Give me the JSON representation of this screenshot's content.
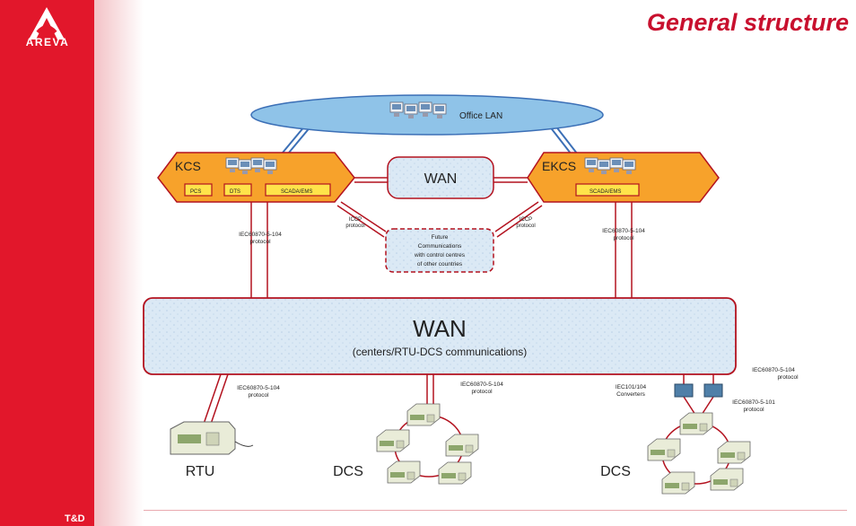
{
  "brand": {
    "logo_name": "AREVA",
    "footer": "T&D"
  },
  "title": "General structure",
  "colors": {
    "brand_red": "#e2172b",
    "title_red": "#c8102e",
    "orange": "#f7a22b",
    "light_blue": "#d6e8f5",
    "line_red": "#b3121f",
    "line_blue": "#3b6fb6"
  },
  "office_lan": {
    "label": "Office LAN"
  },
  "kcs": {
    "label": "KCS",
    "modules": [
      "PCS",
      "DTS",
      "SCADA/EMS"
    ]
  },
  "ekcs": {
    "label": "EKCS",
    "modules": [
      "SCADA/EMS"
    ]
  },
  "wan_top": {
    "label": "WAN"
  },
  "iccp_left": {
    "line1": "ICCP",
    "line2": "protocol"
  },
  "iccp_right": {
    "line1": "ICCP",
    "line2": "protocol"
  },
  "future": {
    "lines": [
      "Future",
      "Communications",
      "with control centres",
      "of other countries"
    ]
  },
  "iec_kcs": {
    "line1": "IEC60870-5-104",
    "line2": "protocol"
  },
  "iec_ekcs": {
    "line1": "IEC60870-5-104",
    "line2": "protocol"
  },
  "wan_main": {
    "label": "WAN",
    "sublabel": "(centers/RTU-DCS communications)"
  },
  "iec_rtu": {
    "line1": "IEC60870-5-104",
    "line2": "protocol"
  },
  "iec_dcs": {
    "line1": "IEC60870-5-104",
    "line2": "protocol"
  },
  "converters": {
    "line1": "IEC101/104",
    "line2": "Converters"
  },
  "iec_right_104": {
    "line1": "IEC60870-5-104",
    "line2": "protocol"
  },
  "iec_right_101": {
    "line1": "IEC60870-5-101",
    "line2": "protocol"
  },
  "nodes": {
    "rtu": "RTU",
    "dcs1": "DCS",
    "dcs2": "DCS"
  }
}
